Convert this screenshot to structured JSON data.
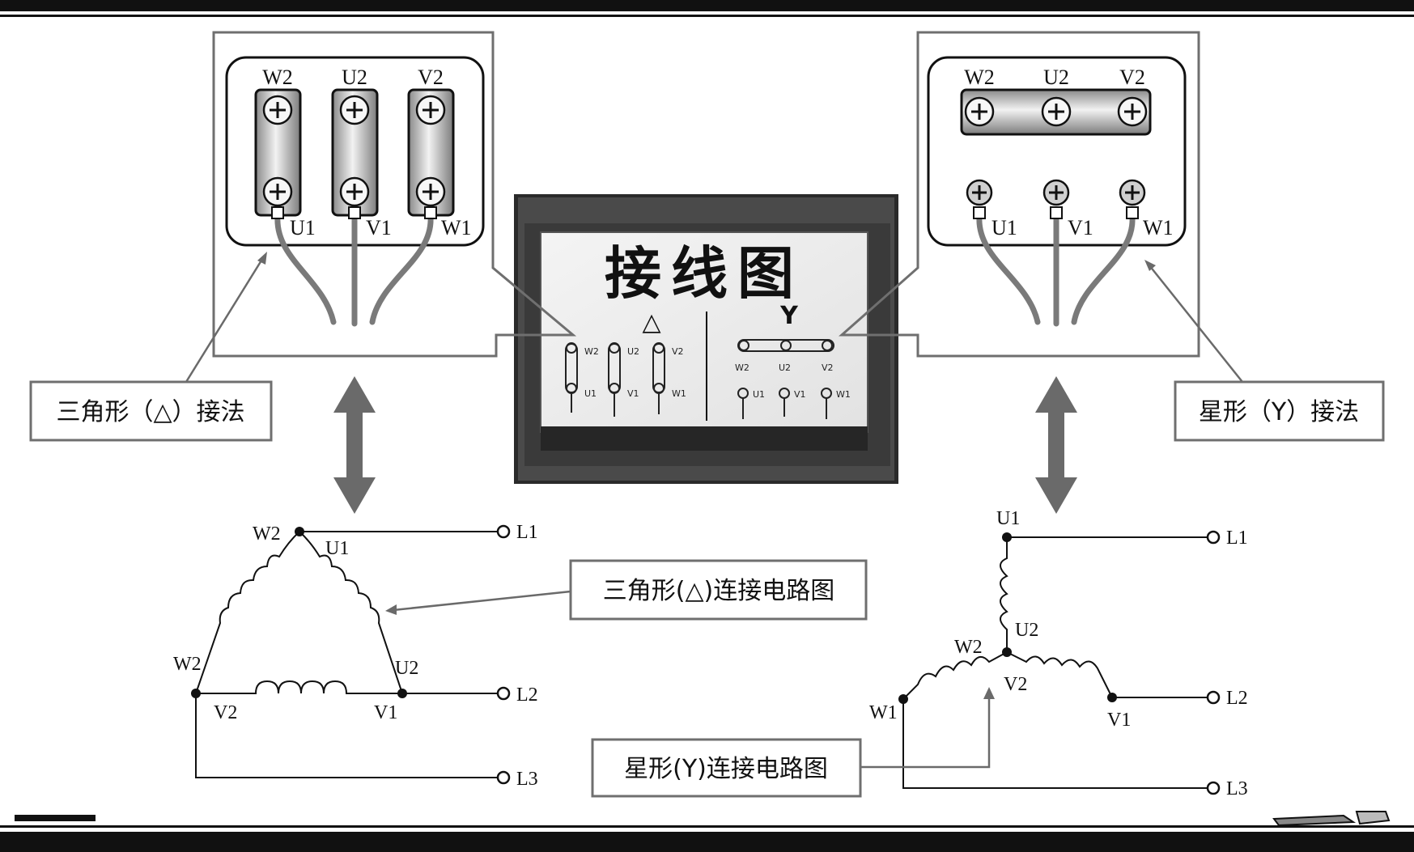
{
  "nameplate": {
    "title": "接线图",
    "delta_symbol": "△",
    "star_symbol": "Y",
    "delta_top_labels": [
      "W2",
      "U2",
      "V2"
    ],
    "delta_bottom_labels": [
      "U1",
      "V1",
      "W1"
    ],
    "star_top_labels": [
      "W2",
      "U2",
      "V2"
    ],
    "star_bottom_labels": [
      "U1",
      "V1",
      "W1"
    ]
  },
  "delta_box": {
    "top_terminals": [
      "W2",
      "U2",
      "V2"
    ],
    "bottom_terminals": [
      "U1",
      "V1",
      "W1"
    ],
    "caption": "三角形（△）接法"
  },
  "star_box": {
    "top_terminals": [
      "W2",
      "U2",
      "V2"
    ],
    "bottom_terminals": [
      "U1",
      "V1",
      "W1"
    ],
    "caption": "星形（Y）接法"
  },
  "delta_circuit": {
    "caption": "三角形(△)连接电路图",
    "node_labels": {
      "top_left": "W2",
      "top_right": "U1",
      "left_mid": "W2",
      "right_mid": "U2",
      "bottom_left": "V2",
      "bottom_right": "V1"
    },
    "lines": [
      "L1",
      "L2",
      "L3"
    ]
  },
  "star_circuit": {
    "caption": "星形(Y)连接电路图",
    "node_labels": {
      "top": "U1",
      "upper_mid": "U2",
      "center_left": "W2",
      "center_right": "V2",
      "left": "W1",
      "right": "V1"
    },
    "lines": [
      "L1",
      "L2",
      "L3"
    ]
  },
  "colors": {
    "frame": "#6f6f6f",
    "ink": "#111111",
    "wire": "#7a7a7a",
    "arrow": "#6a6a6a",
    "photo_bg": "#2a2a2a"
  }
}
